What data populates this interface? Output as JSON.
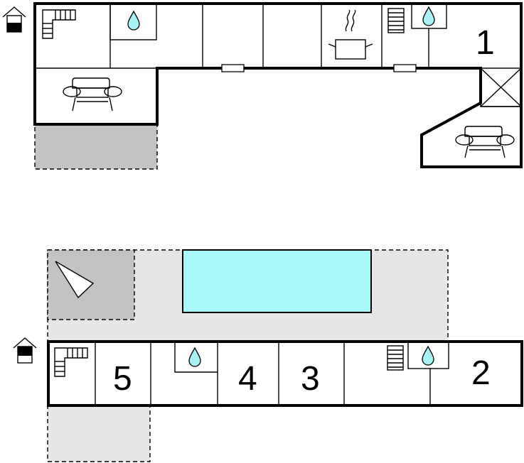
{
  "floorplan": {
    "upper_building": {
      "unit_label": "1"
    },
    "lower_building": {
      "unit_labels": [
        "5",
        "4",
        "3",
        "2"
      ]
    },
    "colors": {
      "pool": "#a8f8fa",
      "terrace": "#e6e6e6",
      "covered_terrace": "#c3c3c3",
      "wall": "#000000",
      "water_drop": "#a8f2f6"
    },
    "icons": [
      "house-entrance-icon",
      "stairs-icon",
      "water-drop-icon",
      "cooking-pot-icon",
      "sofa-icon",
      "fireplace-icon",
      "sunbed-icon"
    ]
  }
}
